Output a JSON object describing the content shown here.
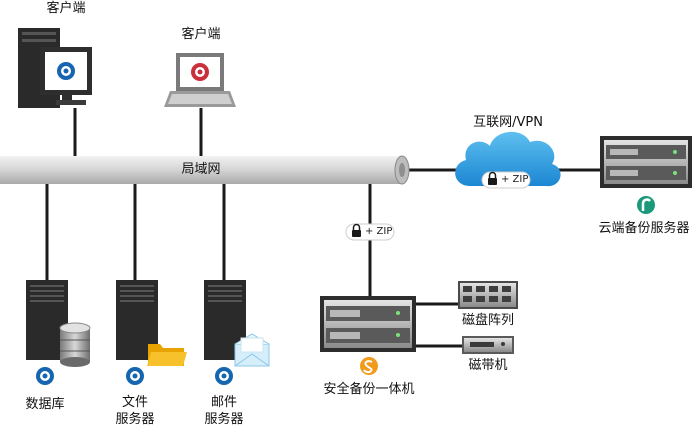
{
  "labels": {
    "client_top_left": "客户端",
    "client_laptop": "客户端",
    "lan": "局域网",
    "internet": "互联网/VPN",
    "cloud_server": "云端备份服务器",
    "lock_zip_cloud": "+ ZIP",
    "lock_zip_lan": "+ ZIP",
    "database": "数据库",
    "file_server_line1": "文件",
    "file_server_line2": "服务器",
    "mail_server_line1": "邮件",
    "mail_server_line2": "服务器",
    "appliance": "安全备份一体机",
    "disk_array": "磁盘阵列",
    "tape_drive": "磁带机"
  },
  "colors": {
    "pipe": "#dcdcdc",
    "line": "#1a1a1a",
    "cloud": "#1e8fd6",
    "server_dark": "#2a2a2a",
    "brand_blue": "#1565b0",
    "brand_green": "#1a9a7a",
    "brand_orange": "#f29a1a",
    "brand_red": "#c9303a",
    "folder": "#f4b400",
    "envelope": "#bfe3f5"
  },
  "icons": {
    "desktop": "desktop-computer-icon",
    "laptop": "laptop-icon",
    "cloud": "cloud-icon",
    "tower_server": "tower-server-icon",
    "rack_server": "rack-server-icon",
    "lock": "lock-icon",
    "database": "database-cylinder-icon",
    "folder": "folder-icon",
    "envelope": "envelope-icon",
    "disk_array": "disk-array-icon",
    "tape_drive": "tape-drive-icon"
  }
}
